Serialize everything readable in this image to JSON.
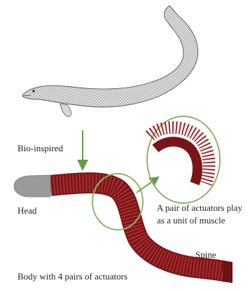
{
  "labels": {
    "bio_inspired": "Bio-inspired",
    "head": "Head",
    "pair_line1": "A pair of actuators play",
    "pair_line2": "as a unit of muscle",
    "spine": "Spine",
    "body": "Body with 4 pairs of actuators"
  },
  "colors": {
    "arrow": "#6b9a45",
    "callout_ring": "#8cb56a",
    "robot_body": "#7a1517",
    "robot_ribs": "#a52a2c",
    "robot_head": "#9a9a9a",
    "eel_outline": "#555555",
    "eel_fill": "#d8d8d8"
  },
  "icons": {
    "eel": "eel-illustration",
    "robot": "robotic-eel-model",
    "arrow": "down-arrow",
    "zoom": "magnified-actuator-pair"
  }
}
